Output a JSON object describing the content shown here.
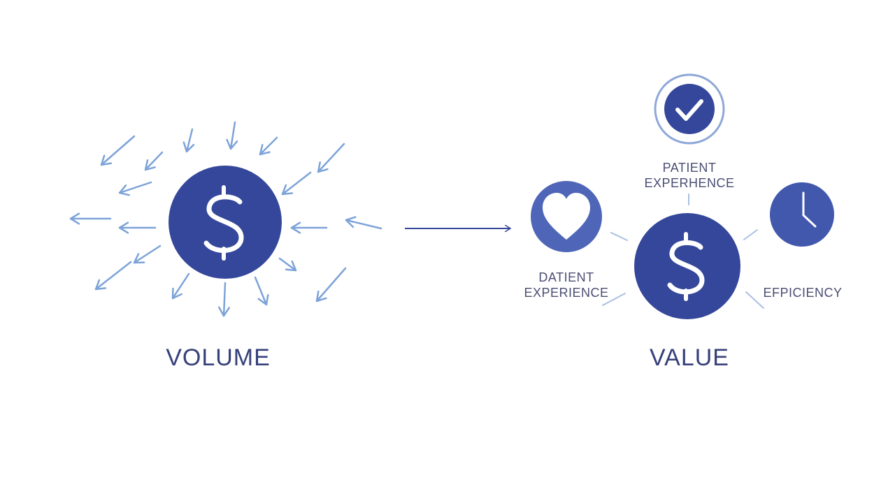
{
  "colors": {
    "primary": "#34479a",
    "primary_light": "#4f66b8",
    "arrow": "#7da3d8",
    "text": "#4a4e73",
    "title": "#36407a"
  },
  "left": {
    "title": "VOLUME",
    "center_icon": "dollar-icon"
  },
  "right": {
    "title": "VALUE",
    "center_icon": "dollar-icon",
    "nodes": [
      {
        "icon": "check-icon",
        "label_line1": "PATIENT",
        "label_line2": "EXPERHENCE"
      },
      {
        "icon": "heart-icon",
        "label_line1": "DATIENT",
        "label_line2": "EXPERIENCE"
      },
      {
        "icon": "clock-icon",
        "label_line1": "EFPICIENCY",
        "label_line2": ""
      }
    ]
  },
  "transition_icon": "right-arrow-icon"
}
